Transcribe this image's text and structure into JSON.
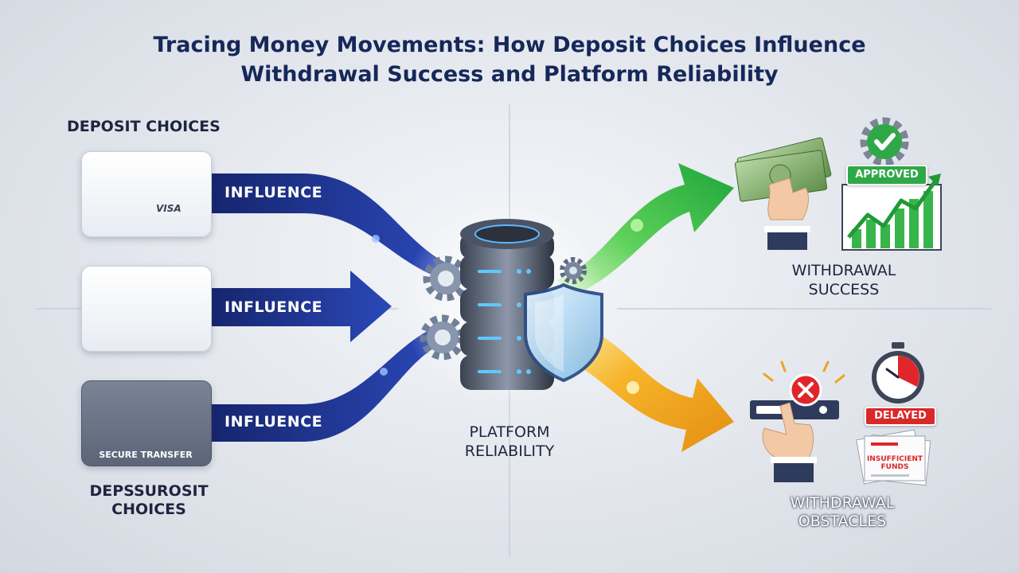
{
  "title": {
    "line1": "Tracing Money Movements: How Deposit Choices Influence",
    "line2": "Withdrawal Success and Platform Reliability"
  },
  "left": {
    "top_label": "DEPOSIT CHOICES",
    "bottom_label_line1": "DEPSSUROSIT",
    "bottom_label_line2": "CHOICES",
    "card_visa_text": "VISA",
    "card_bank_text": "SECURE TRANSFER"
  },
  "flows": [
    "INFLUENCE",
    "INFLUENCE",
    "INFLUENCE"
  ],
  "center": {
    "label_line1": "PLATFORM",
    "label_line2": "RELIABILITY"
  },
  "success": {
    "badge": "APPROVED",
    "label_line1": "WITHDRAWAL",
    "label_line2": "SUCCESS"
  },
  "obstacles": {
    "badge": "DELAYED",
    "paper_line1": "INSUFFICIENT",
    "paper_line2": "FUNDS",
    "label_line1": "WITHDRAWAL",
    "label_line2": "OBSTACLES"
  },
  "colors": {
    "navy": "#1b2d7a",
    "green": "#2fb84a",
    "orange": "#f0a21e",
    "red": "#d92828",
    "title": "#16285a"
  }
}
